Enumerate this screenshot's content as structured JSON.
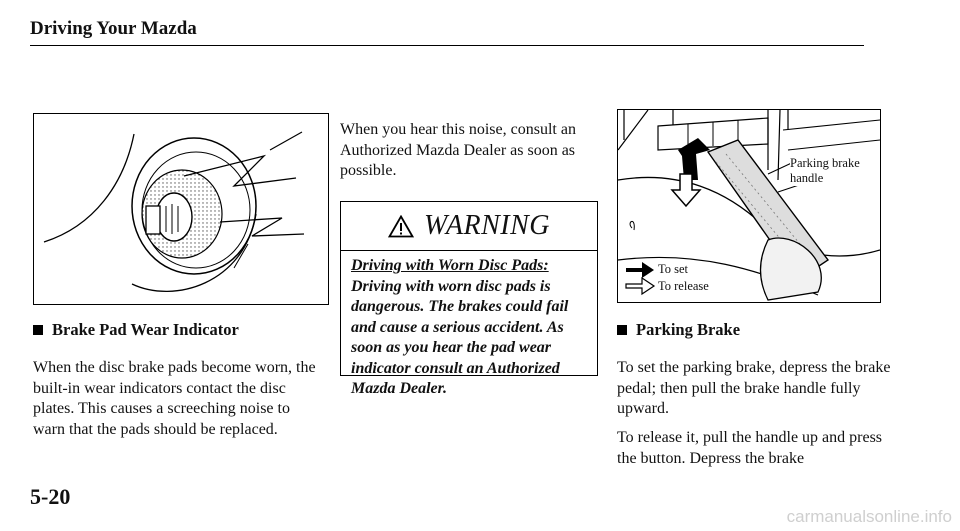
{
  "header": {
    "title": "Driving Your Mazda"
  },
  "left_column": {
    "heading": "Brake Pad Wear Indicator",
    "paragraph": "When the disc brake pads become worn, the built-in wear indicators contact the disc plates. This causes a screeching noise to warn that the pads should be replaced."
  },
  "middle_column": {
    "paragraph": "When you hear this noise, consult an Authorized Mazda Dealer as soon as possible.",
    "warning": {
      "title": "WARNING",
      "subhead": "Driving with Worn Disc Pads:",
      "text": "Driving with worn disc pads is dangerous. The brakes could fail and cause a serious accident. As soon as you hear the pad wear indicator consult an Authorized Mazda Dealer."
    }
  },
  "right_column": {
    "figure": {
      "callout_line1": "Parking brake",
      "callout_line2": "handle",
      "legend_set": "To set",
      "legend_release": "To release"
    },
    "heading": "Parking Brake",
    "paragraph1": "To set the parking brake, depress the brake pedal; then pull the brake handle fully upward.",
    "paragraph2": "To release it, pull the handle up and press the button. Depress the brake"
  },
  "footer": {
    "page_number": "5-20",
    "watermark": "carmanualsonline.info"
  }
}
